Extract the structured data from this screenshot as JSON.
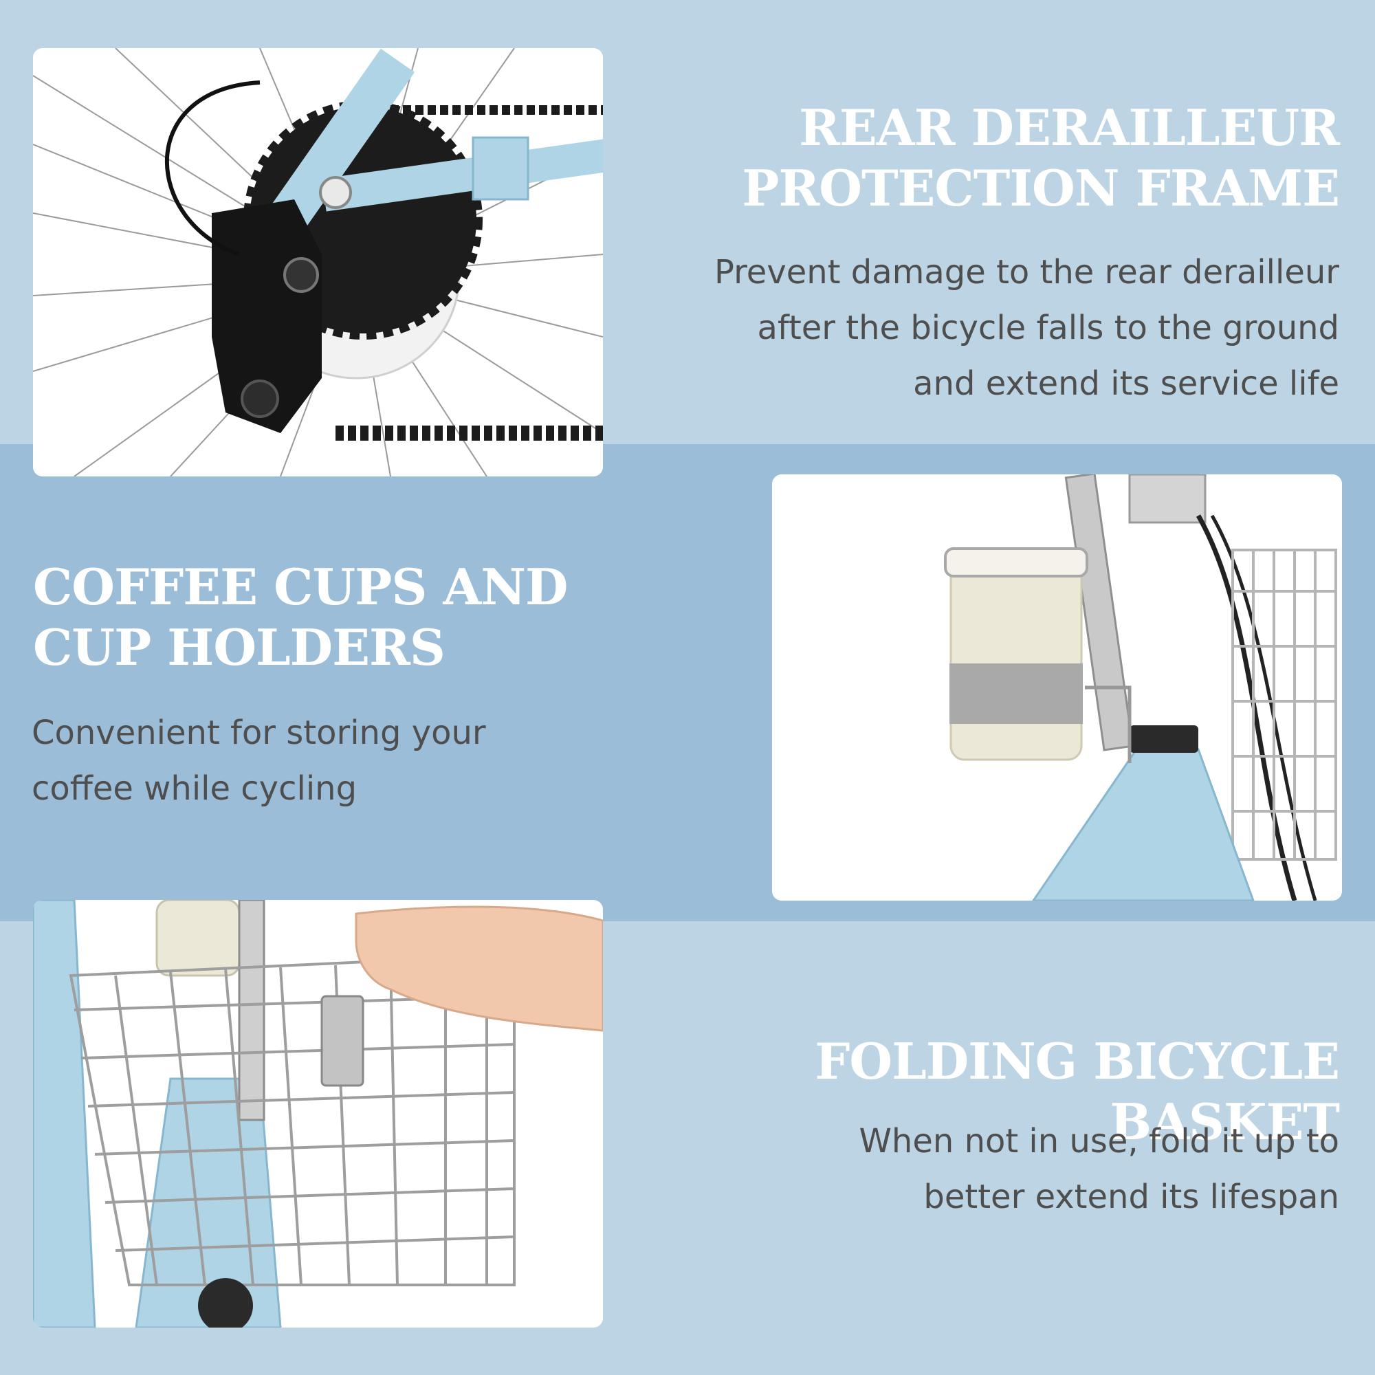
{
  "colors": {
    "background_light": "#bcd4e3",
    "background_band": "#9bbdd8",
    "title_color": "#ffffff",
    "body_color": "#4e4e4e",
    "bike_frame": "#aed4e6"
  },
  "sections": [
    {
      "title": "REAR DERAILLEUR\nPROTECTION FRAME",
      "body": "Prevent damage to the rear derailleur\nafter the bicycle falls to the ground \nand extend its service life",
      "image": "rear-derailleur-photo"
    },
    {
      "title": "COFFEE CUPS AND\nCUP HOLDERS",
      "body": "Convenient for storing your\ncoffee while cycling",
      "image": "cup-holder-photo"
    },
    {
      "title": "FOLDING BICYCLE BASKET",
      "body": "When not in use, fold it up to\nbetter extend its lifespan",
      "image": "folding-basket-photo"
    }
  ]
}
